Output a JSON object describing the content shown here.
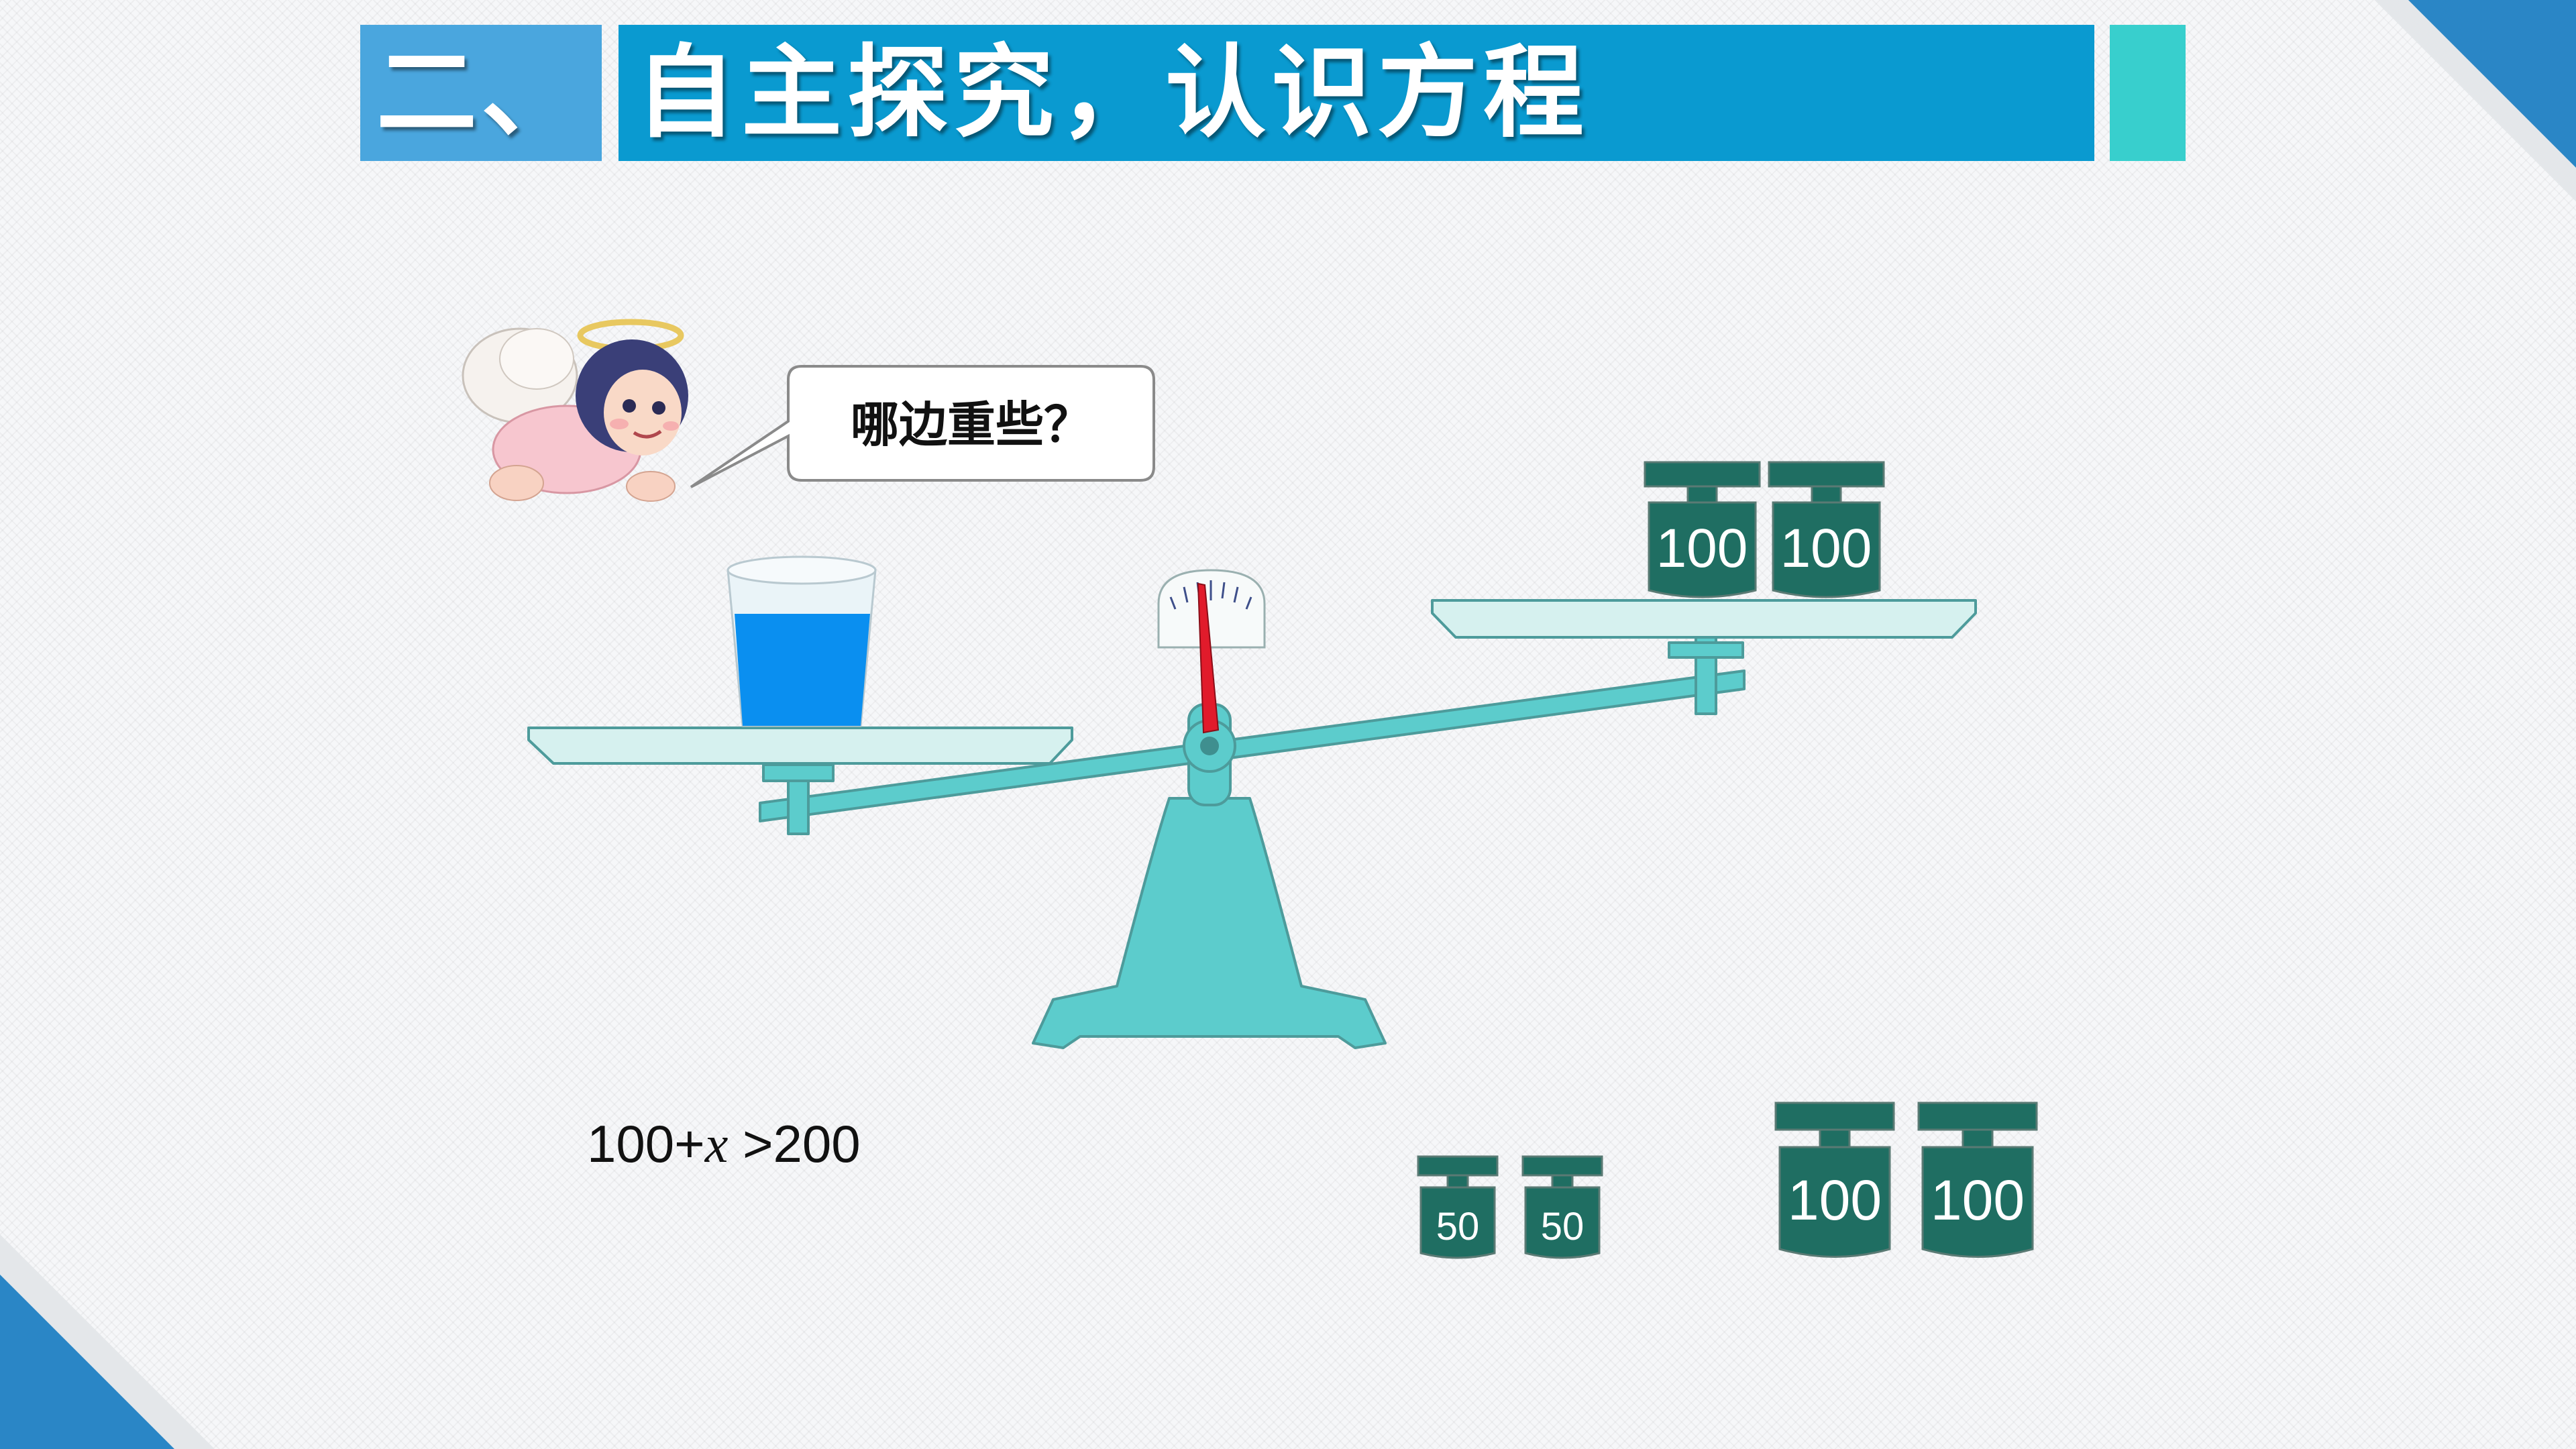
{
  "slide": {
    "title_number": "二、",
    "title_text": "自主探究，认识方程"
  },
  "speech": {
    "question": "哪边重些？"
  },
  "equation": {
    "left": "100+",
    "variable": "x",
    "right": " >200"
  },
  "scale": {
    "right_pan_weights": [
      "100",
      "100"
    ],
    "left_pan_item": "cup-of-water"
  },
  "loose_weights": {
    "small": [
      "50",
      "50"
    ],
    "large": [
      "100",
      "100"
    ]
  },
  "colors": {
    "title_number_bg": "#4aa6de",
    "title_bar_bg": "#0a9ad0",
    "title_accent": "#38cfcd",
    "scale_teal": "#5ccccc",
    "weight_green": "#1f6e62",
    "water_blue": "#0a8ff0",
    "corner_blue": "#2a86c6"
  },
  "icons": [
    "angel-character-icon",
    "scale-dial-icon",
    "cup-icon",
    "weight-icon"
  ]
}
